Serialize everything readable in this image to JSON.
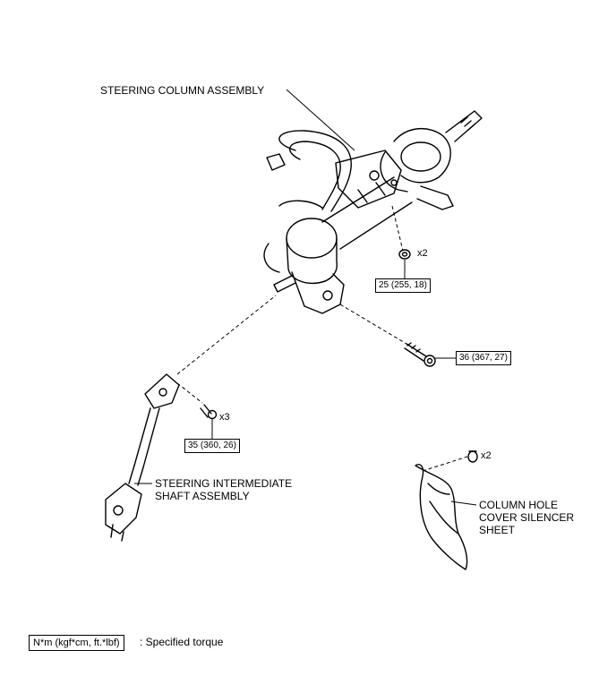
{
  "labels": {
    "steering_column_assembly": "STEERING COLUMN ASSEMBLY",
    "steering_intermediate_shaft_l1": "STEERING INTERMEDIATE",
    "steering_intermediate_shaft_l2": "SHAFT ASSEMBLY",
    "column_hole_l1": "COLUMN HOLE",
    "column_hole_l2": "COVER SILENCER",
    "column_hole_l3": "SHEET"
  },
  "torques": {
    "nut_column": "25 (255, 18)",
    "bolt_column": "36 (367, 27)",
    "bolt_shaft": "35 (360, 26)"
  },
  "quantities": {
    "nut_column": "x2",
    "bolt_shaft": "x3",
    "clip_sheet": "x2"
  },
  "legend": {
    "unit_box": "N*m (kgf*cm, ft.*lbf)",
    "description": ": Specified torque"
  }
}
